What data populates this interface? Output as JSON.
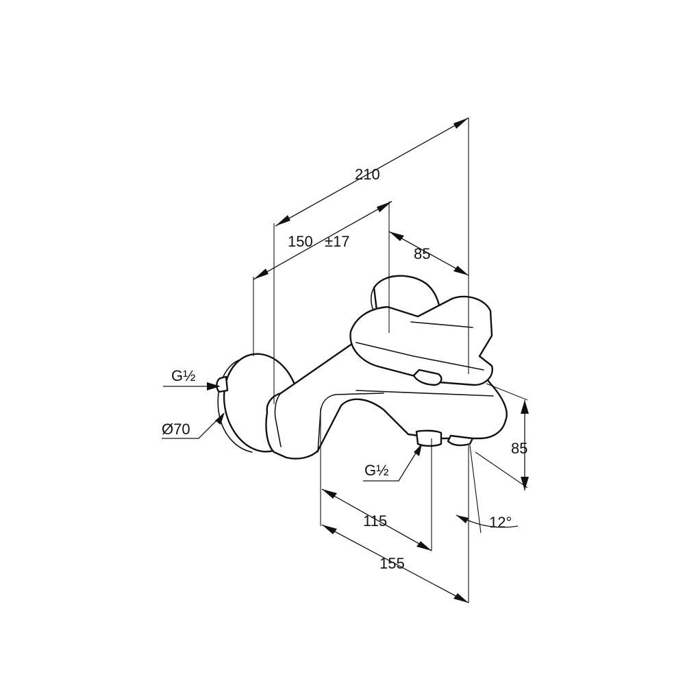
{
  "dimensions": {
    "overall_depth": "210",
    "wall_offset": "150",
    "wall_offset_tolerance": "±17",
    "lever_width": "85",
    "height": "85",
    "inlet_thread": "G½",
    "rosette_diameter": "Ø70",
    "outlet_thread": "G½",
    "outlet_offset": "115",
    "spout_length": "155",
    "spout_angle": "12°"
  }
}
